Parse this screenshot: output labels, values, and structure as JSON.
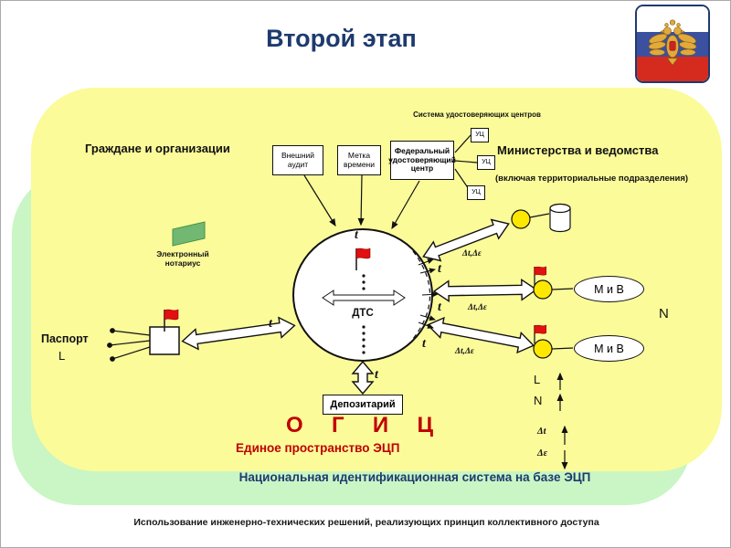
{
  "slide": {
    "title": "Второй этап",
    "band": "Национальная идентификационная система на базе ЭЦП",
    "footer": "Использование инженерно-технических решений, реализующих принцип коллективного доступа"
  },
  "groups": {
    "citizens": "Граждане и организации",
    "uc_system": "Система удостоверяющих центров",
    "ministries": "Министерства и ведомства",
    "ministries_note": "(включая территориальные подразделения)"
  },
  "nodes": {
    "external_audit": "Внешний аудит",
    "time_stamp": "Метка времени",
    "federal_ca": "Федеральный удостоверяющий центр",
    "uc": "УЦ",
    "notary": "Электронный нотариус",
    "passport": "Паспорт",
    "passport_index": "L",
    "dts": "ДТС",
    "depository": "Депозитарий",
    "miv": "М и В",
    "ogic": "О  Г  И  Ц",
    "esp": "Единое пространство ЭЦП"
  },
  "annotations": {
    "t": "t",
    "dtde": "Δt,Δε",
    "n": "N",
    "l": "L",
    "dt": "Δt",
    "de": "Δε"
  },
  "colors": {
    "title_navy": "#1E3A6E",
    "panel_yellow": "#FBFB9A",
    "panel_green": "#C9F6C4",
    "accent_red": "#C00000",
    "flag_red": "#E21010",
    "node_yellow": "#FFE800",
    "notary_green": "#72B872"
  }
}
